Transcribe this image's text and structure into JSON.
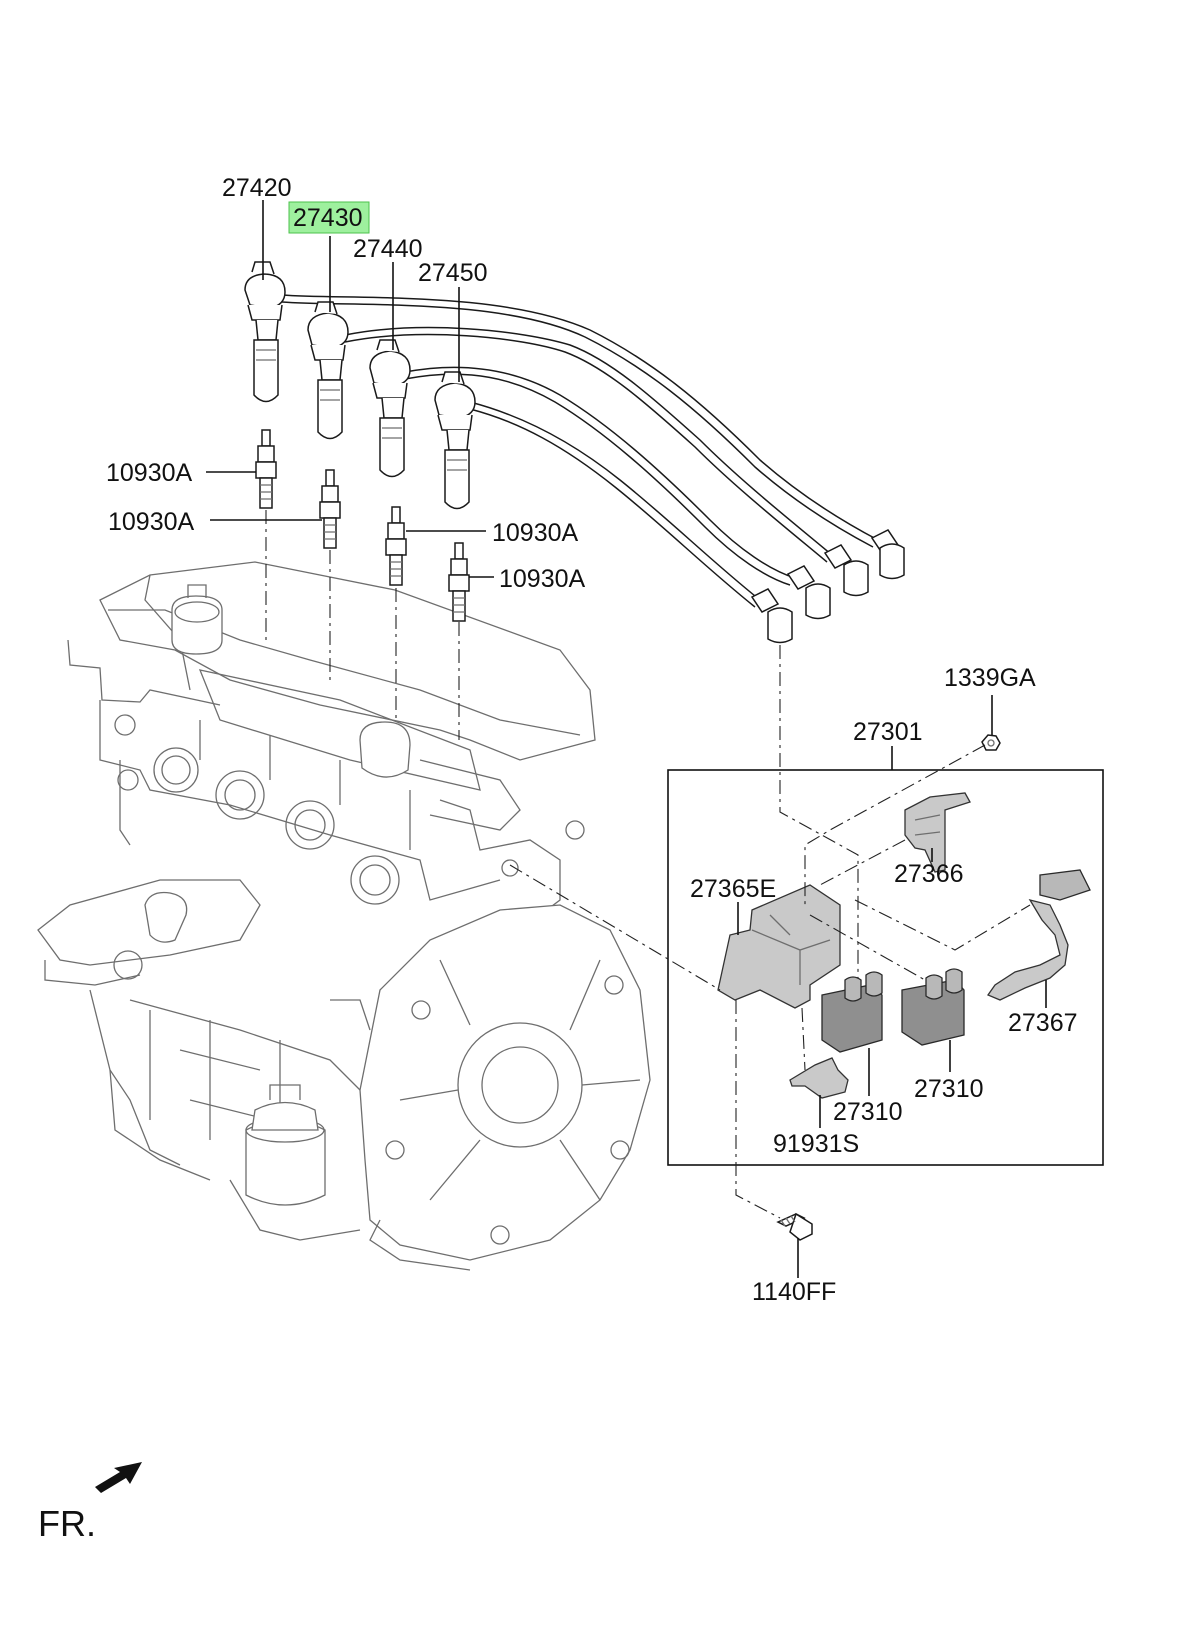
{
  "highlight_color": "#9ef09e",
  "labels": {
    "p27420": "27420",
    "p27430": "27430",
    "p27440": "27440",
    "p27450": "27450",
    "p10930a_1": "10930A",
    "p10930a_2": "10930A",
    "p10930a_3": "10930A",
    "p10930a_4": "10930A",
    "p1339ga": "1339GA",
    "p27301": "27301",
    "p27366": "27366",
    "p27365e": "27365E",
    "p27367": "27367",
    "p27310_1": "27310",
    "p27310_2": "27310",
    "p91931s": "91931S",
    "p1140ff": "1140FF"
  },
  "orientation": {
    "label": "FR.",
    "icon": "front-direction-arrow-icon"
  },
  "highlighted_part": "27430"
}
